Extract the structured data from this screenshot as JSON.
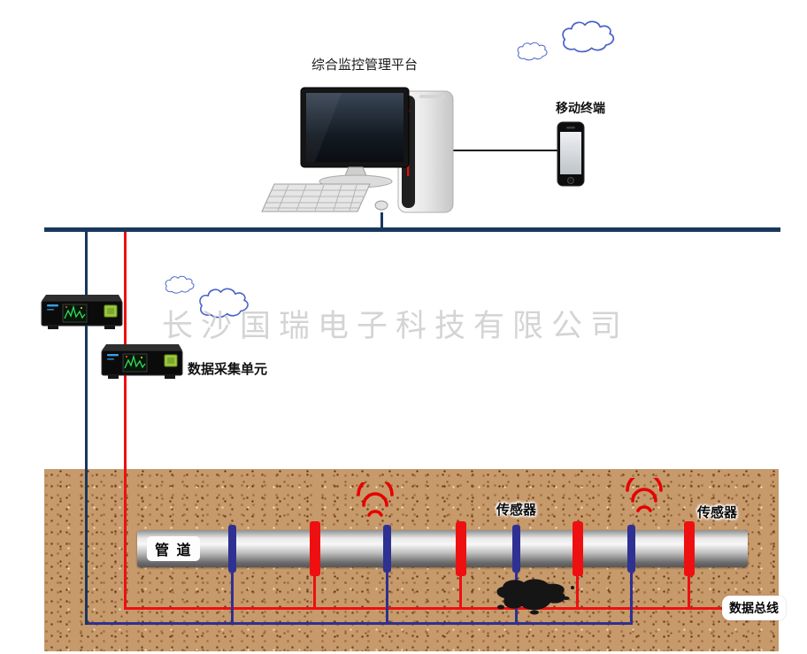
{
  "platform": {
    "label": "综合监控管理平台"
  },
  "mobile": {
    "label": "移动终端"
  },
  "dau": {
    "label": "数据采集单元"
  },
  "watermark": {
    "text": "长沙国瑞电子科技有限公司"
  },
  "underground": {
    "pipe_label": "管 道",
    "sensor_labels": [
      "传感器",
      "传感器"
    ],
    "bus_label": "数据总线"
  },
  "colors": {
    "network_bus": "#17375E",
    "red_line": "#EE1010",
    "blue_sensor": "#2E3192",
    "soil": "#C79A6B",
    "signal_red": "#E60000",
    "watermark_gray": "#D0D0D0"
  }
}
